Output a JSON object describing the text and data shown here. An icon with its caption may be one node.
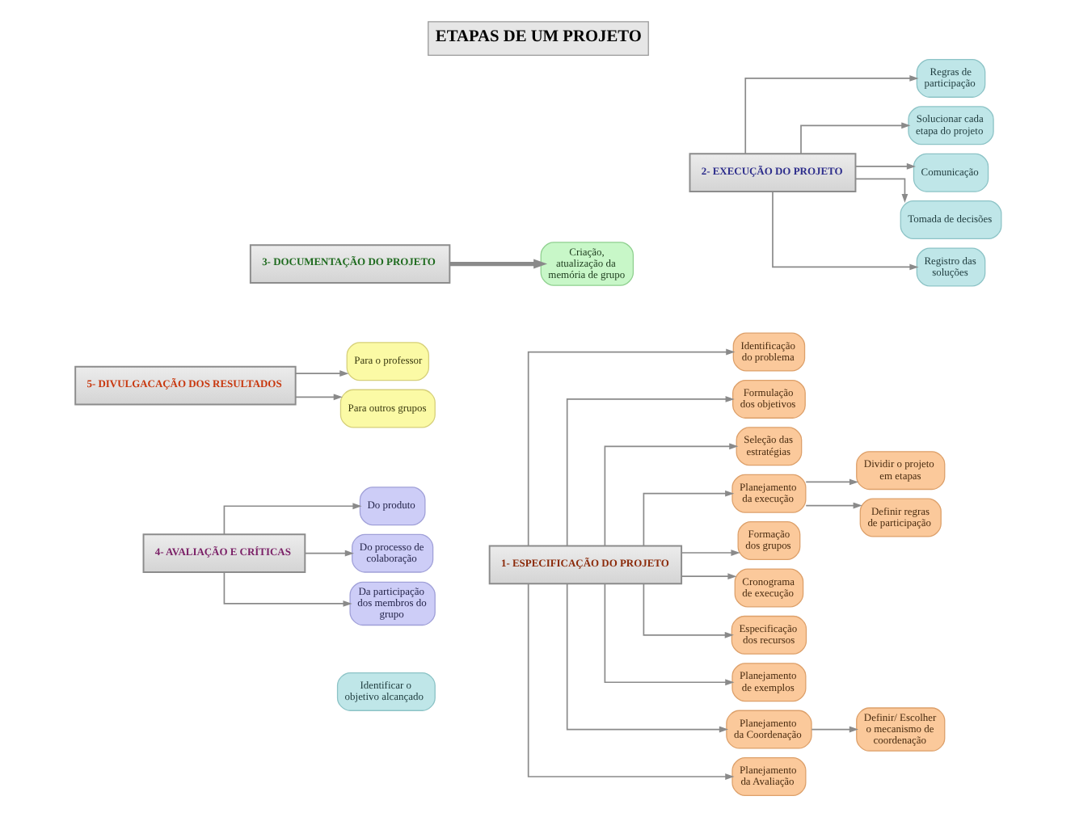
{
  "diagram": {
    "title": "ETAPAS DE UM PROJETO",
    "nodes": [
      {
        "text": [
          "1- ESPECIFICAÇÃO DO PROJETO"
        ]
      },
      {
        "text": [
          "Identificação do problema"
        ]
      },
      {
        "text": [
          "Formulação dos objetivos"
        ]
      },
      {
        "text": [
          "Seleção das estratégias"
        ]
      },
      {
        "text": [
          "Planejamento da execução"
        ]
      },
      {
        "text": [
          "Formação dos grupos"
        ]
      },
      {
        "text": [
          "Cronograma de execução"
        ]
      },
      {
        "text": [
          "Especificação dos recursos"
        ]
      },
      {
        "text": [
          "Planejamento de exemplos"
        ]
      },
      {
        "text": [
          "Planejamento da Coordenação"
        ]
      },
      {
        "text": [
          "Planejamento da Avaliação"
        ]
      },
      {
        "text": [
          "Dividir o projeto em etapas"
        ]
      },
      {
        "text": [
          "Definir regras de participação"
        ]
      },
      {
        "text": [
          "Definir/ Escolher o mecanismo de coordenação"
        ]
      },
      {
        "text": [
          "2- EXECUÇÃO DO PROJETO"
        ]
      },
      {
        "text": [
          "Regras de participação"
        ]
      },
      {
        "text": [
          "Solucionar cada etapa do projeto"
        ]
      },
      {
        "text": [
          "Comunicação"
        ]
      },
      {
        "text": [
          "Tomada de decisões"
        ]
      },
      {
        "text": [
          "Registro das soluções"
        ]
      },
      {
        "text": [
          "Identificar o objetivo alcançado"
        ]
      },
      {
        "text": [
          "3- DOCUMENTAÇÃO DO PROJETO"
        ]
      },
      {
        "text": [
          "Criação, atualização da memória de grupo"
        ]
      },
      {
        "text": [
          "4- AVALIAÇÃO E CRÍTICAS"
        ]
      },
      {
        "text": [
          "Do produto"
        ]
      },
      {
        "text": [
          "Do processo de colaboração"
        ]
      },
      {
        "text": [
          "Da participação dos membros do grupo"
        ]
      },
      {
        "text": [
          "5- DIVULGACAÇÃO DOS RESULTADOS"
        ]
      },
      {
        "text": [
          "Para o professor"
        ]
      },
      {
        "text": [
          "Para outros grupos"
        ]
      }
    ],
    "edges": [
      {
        "from": 0,
        "to": 1,
        "arrow": "to"
      },
      {
        "from": 0,
        "to": 2,
        "arrow": "to"
      },
      {
        "from": 0,
        "to": 3,
        "arrow": "to"
      },
      {
        "from": 0,
        "to": 4,
        "arrow": "to"
      },
      {
        "from": 0,
        "to": 5,
        "arrow": "to"
      },
      {
        "from": 0,
        "to": 6,
        "arrow": "to"
      },
      {
        "from": 0,
        "to": 7,
        "arrow": "to"
      },
      {
        "from": 0,
        "to": 8,
        "arrow": "to"
      },
      {
        "from": 0,
        "to": 9,
        "arrow": "to"
      },
      {
        "from": 0,
        "to": 10,
        "arrow": "to"
      },
      {
        "from": 4,
        "to": 11,
        "arrow": "to"
      },
      {
        "from": 4,
        "to": 12,
        "arrow": "to"
      },
      {
        "from": 9,
        "to": 13,
        "arrow": "to"
      },
      {
        "from": 14,
        "to": 15,
        "arrow": "to"
      },
      {
        "from": 14,
        "to": 16,
        "arrow": "to"
      },
      {
        "from": 14,
        "to": 17,
        "arrow": "to"
      },
      {
        "from": 14,
        "to": 18,
        "arrow": "to"
      },
      {
        "from": 14,
        "to": 19,
        "arrow": "to"
      },
      {
        "from": 21,
        "to": 22,
        "arrow": "to",
        "style": "thick"
      },
      {
        "from": 23,
        "to": 24,
        "arrow": "to"
      },
      {
        "from": 23,
        "to": 25,
        "arrow": "to"
      },
      {
        "from": 23,
        "to": 26,
        "arrow": "to"
      },
      {
        "from": 27,
        "to": 28,
        "arrow": "to"
      },
      {
        "from": 27,
        "to": 29,
        "arrow": "to"
      }
    ]
  }
}
